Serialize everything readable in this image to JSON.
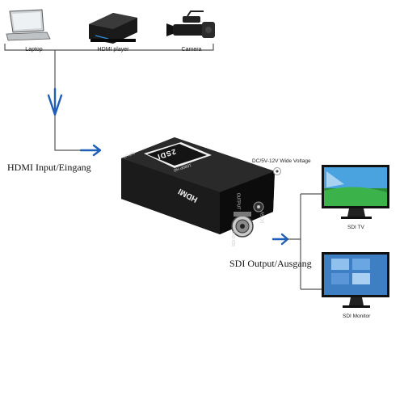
{
  "sources": {
    "laptop": "Laptop",
    "hdmi_player": "HDMI player",
    "camera": "Camera"
  },
  "labels": {
    "hdmi_input": "HDMI Input/Eingang",
    "sdi_output": "SDI Output/Ausgang",
    "power": "DC/5V-12V Wide Voltage",
    "sdi_tv": "SDI TV",
    "sdi_monitor": "SDI Monitor"
  },
  "device": {
    "brand_text": "HDMI",
    "model_text": "2SDI",
    "sub_text": "1080P HD",
    "port_input": "INPUT",
    "port_output": "OUTPUT",
    "port_sdi": "SDI OUT",
    "port_power": "DC 5V"
  },
  "colors": {
    "arrow": "#1f5fb8",
    "line": "#555555",
    "device_body": "#141414"
  }
}
